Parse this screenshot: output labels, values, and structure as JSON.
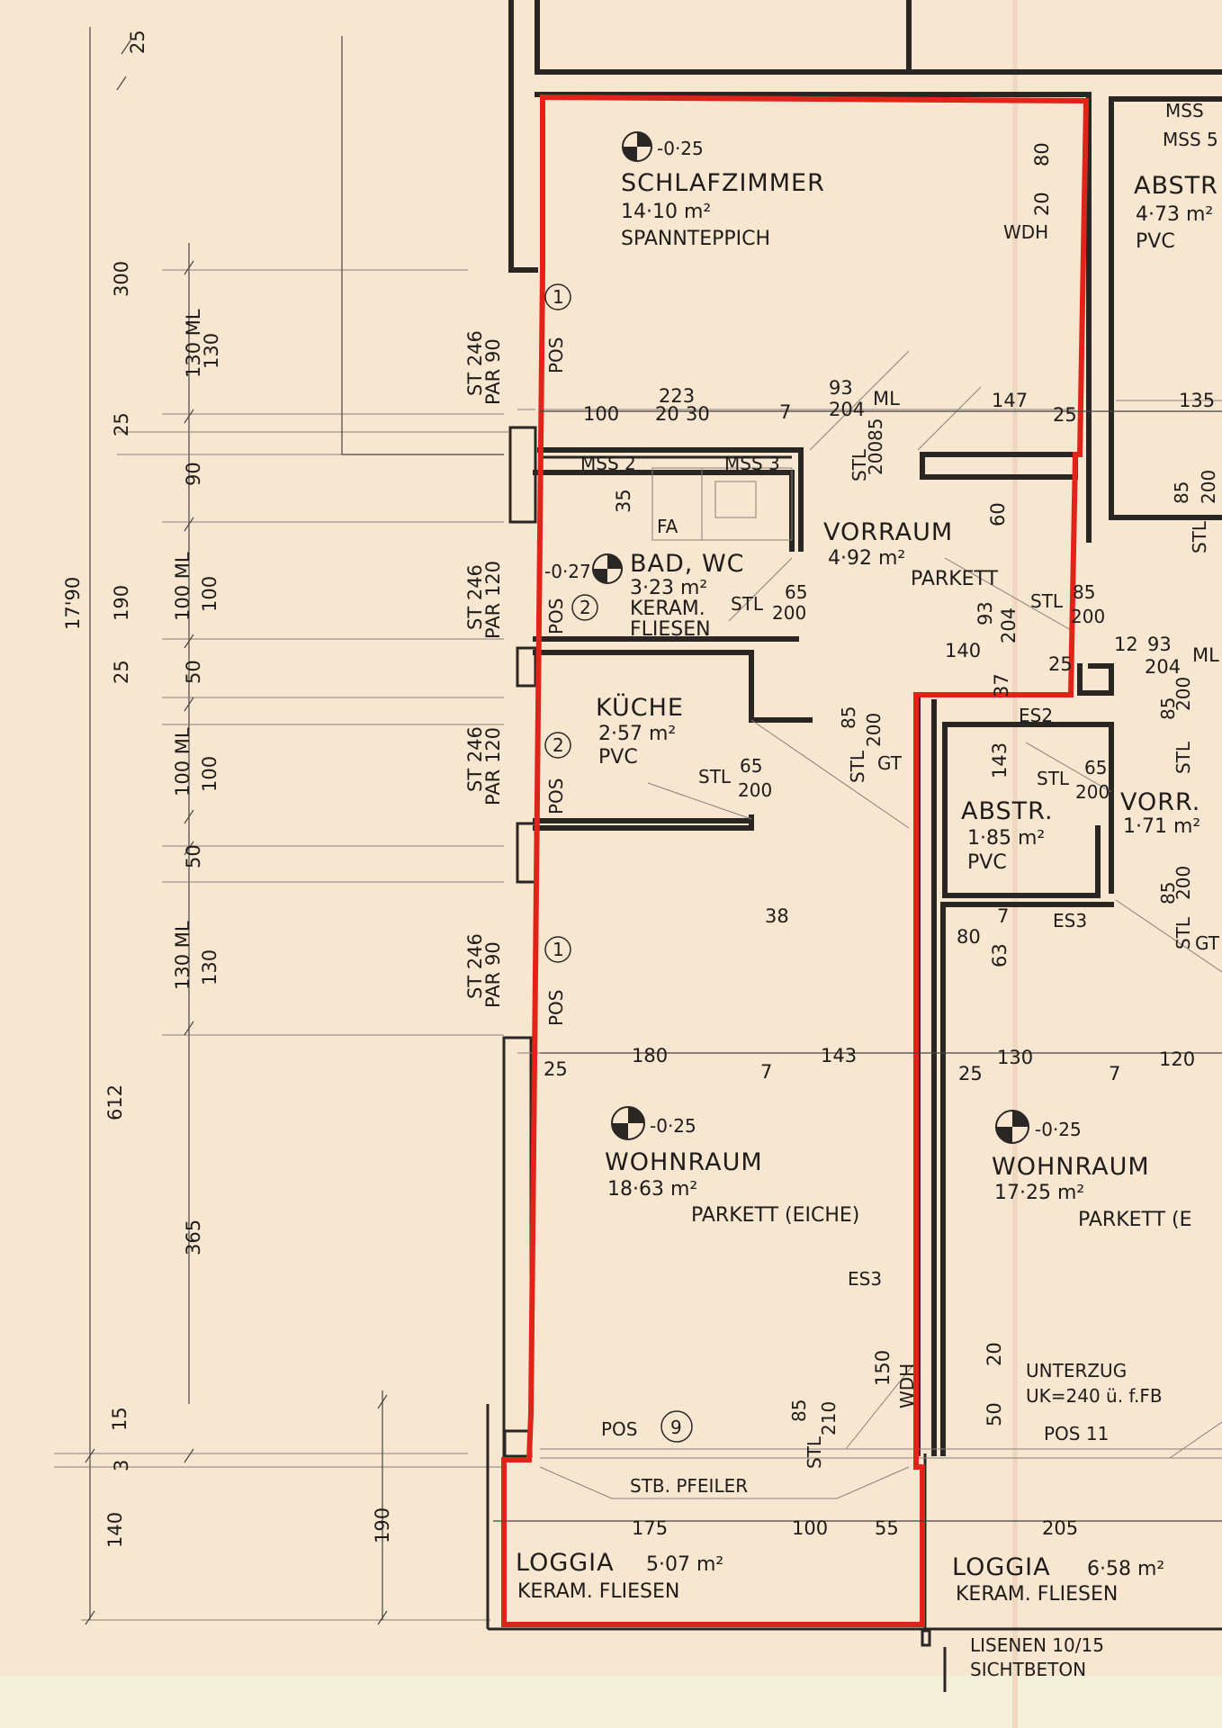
{
  "rooms": {
    "schlafzimmer": {
      "level": "-0·25",
      "name": "SCHLAFZIMMER",
      "area": "14·10 m²",
      "floor": "SPANNTEPPICH"
    },
    "bad": {
      "level": "-0·27",
      "name": "BAD, WC",
      "area": "3·23 m²",
      "floor1": "KERAM.",
      "floor2": "FLIESEN"
    },
    "vorraum": {
      "name": "VORRAUM",
      "area": "4·92 m²",
      "floor": "PARKETT"
    },
    "kueche": {
      "name": "KÜCHE",
      "area": "2·57 m²",
      "floor": "PVC"
    },
    "wohnraum": {
      "level": "-0·25",
      "name": "WOHNRAUM",
      "area": "18·63 m²",
      "floor": "PARKETT (EICHE)"
    },
    "loggia": {
      "name": "LOGGIA",
      "area": "5·07 m²",
      "floor": "KERAM. FLIESEN"
    },
    "abstr_top": {
      "name": "ABSTR",
      "area": "4·73 m²",
      "floor": "PVC",
      "mss1": "MSS",
      "mss2": "MSS 5"
    },
    "abstr": {
      "name": "ABSTR.",
      "area": "1·85 m²",
      "floor": "PVC"
    },
    "vorr": {
      "name": "VORR.",
      "area": "1·71 m²"
    },
    "wohnraum2": {
      "level": "-0·25",
      "name": "WOHNRAUM",
      "area": "17·25 m²",
      "floor": "PARKETT (E"
    },
    "loggia2": {
      "name": "LOGGIA",
      "area": "6·58 m²",
      "floor": "KERAM. FLIESEN"
    }
  },
  "labels": {
    "mss2": "MSS 2",
    "mss3": "MSS 3",
    "fa": "FA",
    "wdh": "WDH",
    "es2": "ES2",
    "es3": "ES3",
    "gt": "GT",
    "unterzug": "UNTERZUG",
    "uk": "UK=240 ü. f.FB",
    "stb_pfeiler": "STB. PFEILER",
    "lisenen": "LISENEN 10/15",
    "sichtbeton": "SICHTBETON",
    "pos1": "POS",
    "pos1n": "1",
    "pos2n": "2",
    "pos9": "POS",
    "pos9n": "9",
    "pos11": "POS 11",
    "st_par_1a": "ST 246",
    "st_par_1b": "PAR 90",
    "st_par_2a": "ST 246",
    "st_par_2b": "PAR 120",
    "st_par_3a": "ST 246",
    "st_par_3b": "PAR 120",
    "st_par_4a": "ST 246",
    "st_par_4b": "PAR 90",
    "stl_a": "STL",
    "stl_65": "65",
    "stl_200": "200",
    "stl_85": "85",
    "stl_210": "210"
  },
  "dims": {
    "total": "17'90",
    "d612": "612",
    "d365": "365",
    "d300": "300",
    "d25a": "25",
    "d25b": "25",
    "d90": "90",
    "d190": "190",
    "d25c": "25",
    "d50a": "50",
    "d50b": "50",
    "d140": "140",
    "d15": "15",
    "d3": "3",
    "d190b": "190",
    "w130ml": "130 ML",
    "w130": "130",
    "w100ml": "100 ML",
    "w100": "100",
    "w100ml2": "100 ML",
    "w1002": "100",
    "w130ml2": "130 ML",
    "w1302": "130",
    "h100": "100",
    "h223": "223",
    "h20": "20",
    "h30": "30",
    "h7": "7",
    "h93": "93",
    "h204": "204",
    "hml": "ML",
    "h147": "147",
    "h25": "25",
    "h135": "135",
    "h180": "180",
    "h7b": "7",
    "h143": "143",
    "h25b": "25",
    "h25c": "25",
    "h130": "130",
    "h7c": "7",
    "h120": "120",
    "h175": "175",
    "h100b": "100",
    "h55": "55",
    "h205": "205",
    "v38": "38",
    "v60": "60",
    "v93": "93",
    "v204": "204",
    "v140": "140",
    "v25": "25",
    "v12": "12",
    "v93b": "93",
    "v204b": "204",
    "vml": "ML",
    "v37": "37",
    "v143": "143",
    "v63": "63",
    "v80": "80",
    "v7": "7",
    "v150": "150",
    "v20": "20",
    "v50": "50",
    "v80top": "80",
    "v20top": "20",
    "v35": "35"
  },
  "colors": {
    "paper": "#f7e6d0",
    "ink": "#2a2624",
    "outline": "#e2231a"
  }
}
